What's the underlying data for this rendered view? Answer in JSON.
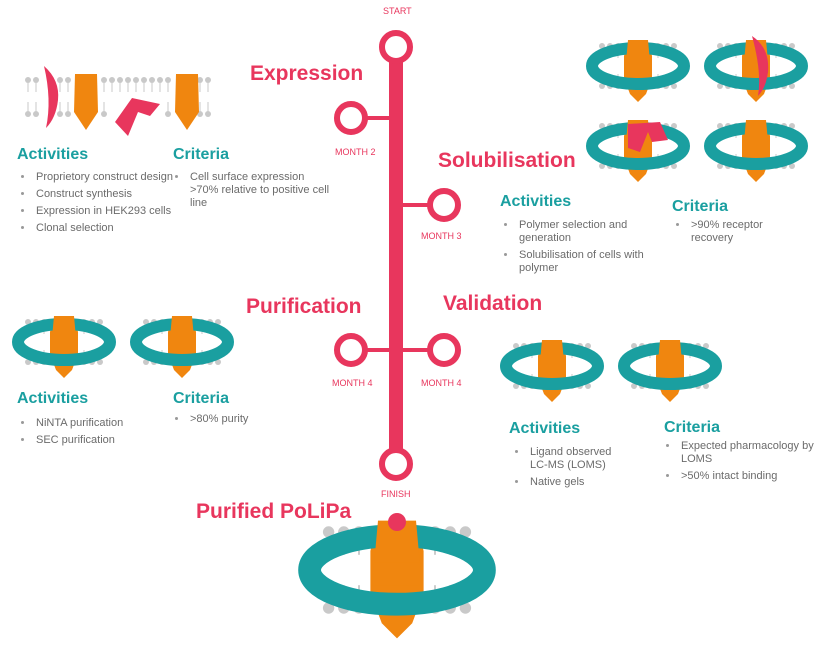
{
  "timeline": {
    "start_label": "START",
    "finish_label": "FINISH",
    "milestones": [
      "MONTH 2",
      "MONTH 3",
      "MONTH 4",
      "MONTH 4"
    ]
  },
  "stages": {
    "expression": {
      "title": "Expression",
      "activities_heading": "Activities",
      "criteria_heading": "Criteria",
      "activities": [
        "Proprietory construct design",
        "Construct synthesis",
        "Expression in HEK293 cells",
        "Clonal selection"
      ],
      "criteria": [
        "Cell surface expression >70% relative to positive cell line"
      ]
    },
    "solubilisation": {
      "title": "Solubilisation",
      "activities_heading": "Activities",
      "criteria_heading": "Criteria",
      "activities": [
        "Polymer selection and generation",
        "Solubilisation of cells with polymer"
      ],
      "criteria": [
        ">90% receptor recovery"
      ]
    },
    "purification": {
      "title": "Purification",
      "activities_heading": "Activities",
      "criteria_heading": "Criteria",
      "activities": [
        "NiNTA purification",
        "SEC purification"
      ],
      "criteria": [
        ">80% purity"
      ]
    },
    "validation": {
      "title": "Validation",
      "activities_heading": "Activities",
      "criteria_heading": "Criteria",
      "activities": [
        "Ligand observed LC-MS (LOMS)",
        "Native gels"
      ],
      "criteria": [
        "Expected pharmacology by LOMS",
        ">50% intact binding"
      ]
    }
  },
  "final": {
    "title": "Purified PoLiPa"
  },
  "colors": {
    "pink": "#e8365d",
    "teal": "#1a9fa0",
    "orange": "#f0860f",
    "lipid": "#c9c9c9"
  }
}
